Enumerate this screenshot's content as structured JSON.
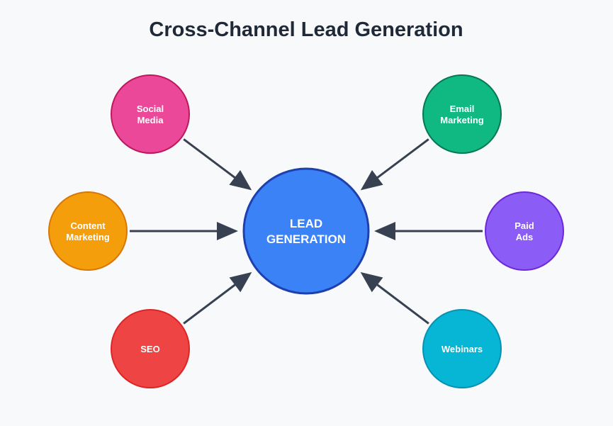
{
  "title": "Cross-Channel Lead Generation",
  "center": {
    "lines": [
      "LEAD",
      "GENERATION"
    ],
    "fill": "#3b82f6",
    "stroke": "#1e40af"
  },
  "arrow_color": "#374151",
  "channels": [
    {
      "id": "social-media",
      "lines": [
        "Social",
        "Media"
      ],
      "fill": "#ec4899",
      "stroke": "#be185d"
    },
    {
      "id": "email-marketing",
      "lines": [
        "Email",
        "Marketing"
      ],
      "fill": "#10b981",
      "stroke": "#047857"
    },
    {
      "id": "content-marketing",
      "lines": [
        "Content",
        "Marketing"
      ],
      "fill": "#f59e0b",
      "stroke": "#d97706"
    },
    {
      "id": "paid-ads",
      "lines": [
        "Paid",
        "Ads"
      ],
      "fill": "#8b5cf6",
      "stroke": "#6d28d9"
    },
    {
      "id": "seo",
      "lines": [
        "SEO"
      ],
      "fill": "#ef4444",
      "stroke": "#dc2626"
    },
    {
      "id": "webinars",
      "lines": [
        "Webinars"
      ],
      "fill": "#06b6d4",
      "stroke": "#0891b2"
    }
  ]
}
